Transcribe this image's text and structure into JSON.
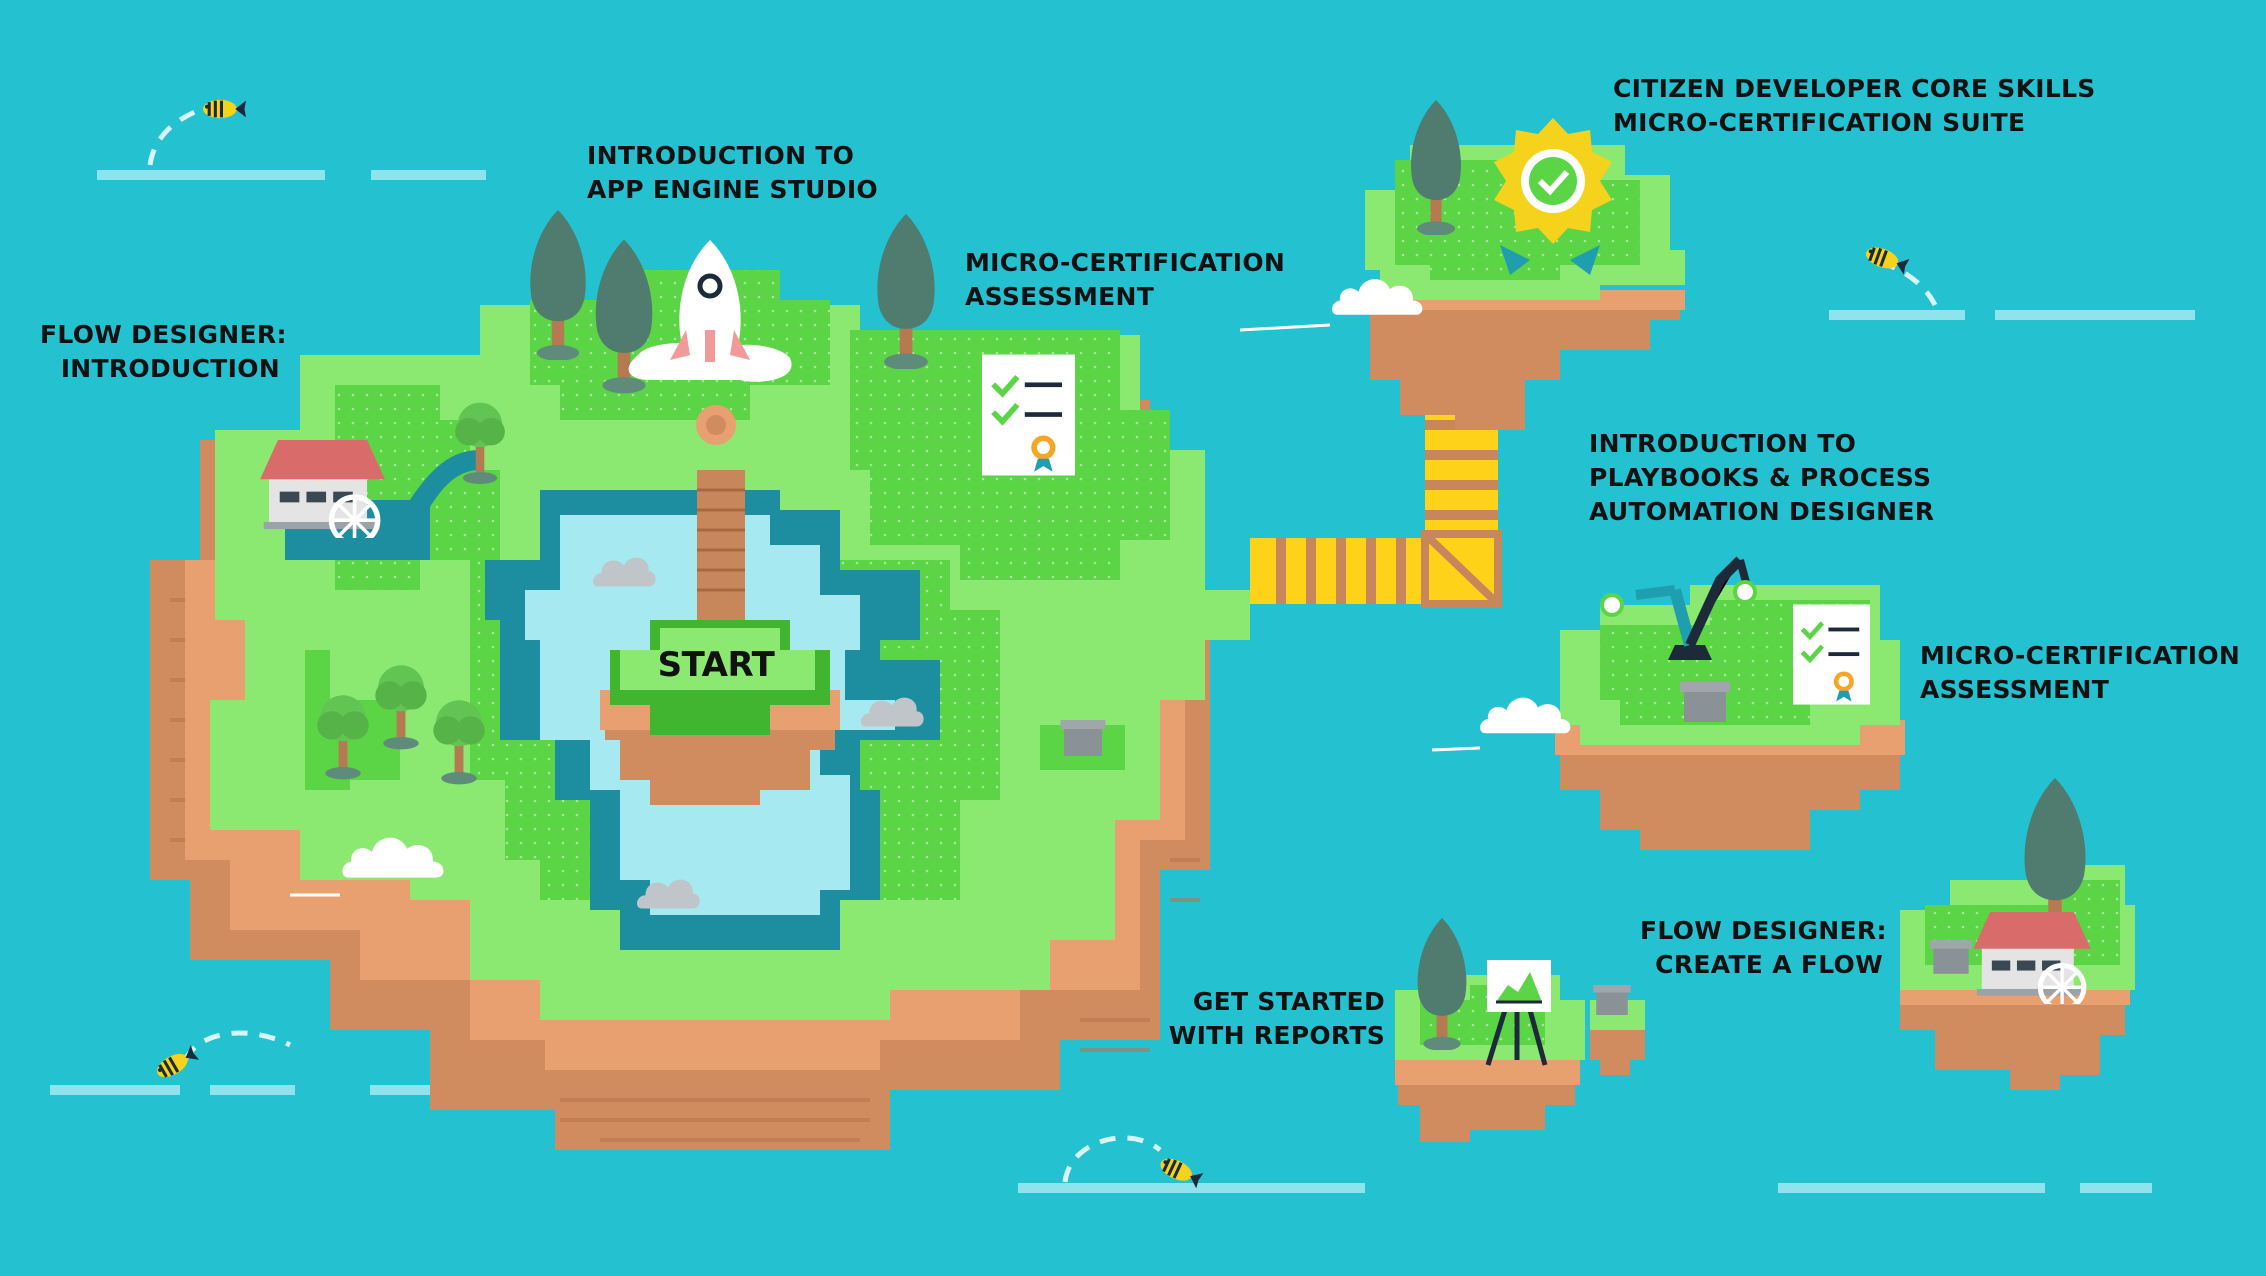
{
  "map": {
    "start_label": "START",
    "modules": [
      {
        "id": "flow-designer-intro",
        "lines": [
          "FLOW DESIGNER:",
          "INTRODUCTION"
        ],
        "icon": "watermill-house-icon"
      },
      {
        "id": "app-engine-studio",
        "lines": [
          "INTRODUCTION TO",
          "APP ENGINE STUDIO"
        ],
        "icon": "rocket-icon"
      },
      {
        "id": "micro-cert-1",
        "lines": [
          "MICRO-CERTIFICATION",
          "ASSESSMENT"
        ],
        "icon": "certificate-icon"
      },
      {
        "id": "core-skills-suite",
        "lines": [
          "CITIZEN DEVELOPER CORE SKILLS",
          "MICRO-CERTIFICATION SUITE"
        ],
        "icon": "badge-check-icon"
      },
      {
        "id": "playbooks",
        "lines": [
          "INTRODUCTION TO",
          "PLAYBOOKS & PROCESS",
          "AUTOMATION DESIGNER"
        ],
        "icon": "robot-arm-icon"
      },
      {
        "id": "micro-cert-2",
        "lines": [
          "MICRO-CERTIFICATION",
          "ASSESSMENT"
        ],
        "icon": "certificate-icon"
      },
      {
        "id": "reports",
        "lines": [
          "GET STARTED",
          "WITH REPORTS"
        ],
        "icon": "chart-easel-icon"
      },
      {
        "id": "flow-designer-create",
        "lines": [
          "FLOW DESIGNER:",
          "CREATE A FLOW"
        ],
        "icon": "watermill-house-icon"
      }
    ]
  },
  "colors": {
    "sea": "#24c1d1",
    "grass": "#8be870",
    "grass_dark": "#5bd445",
    "earth": "#e8a070",
    "earth_dark": "#d08b5e",
    "lake": "#a6e9f0",
    "lake_dark": "#1c8ea0",
    "path_yellow": "#ffd21a",
    "bridge_brown": "#c8875a"
  }
}
